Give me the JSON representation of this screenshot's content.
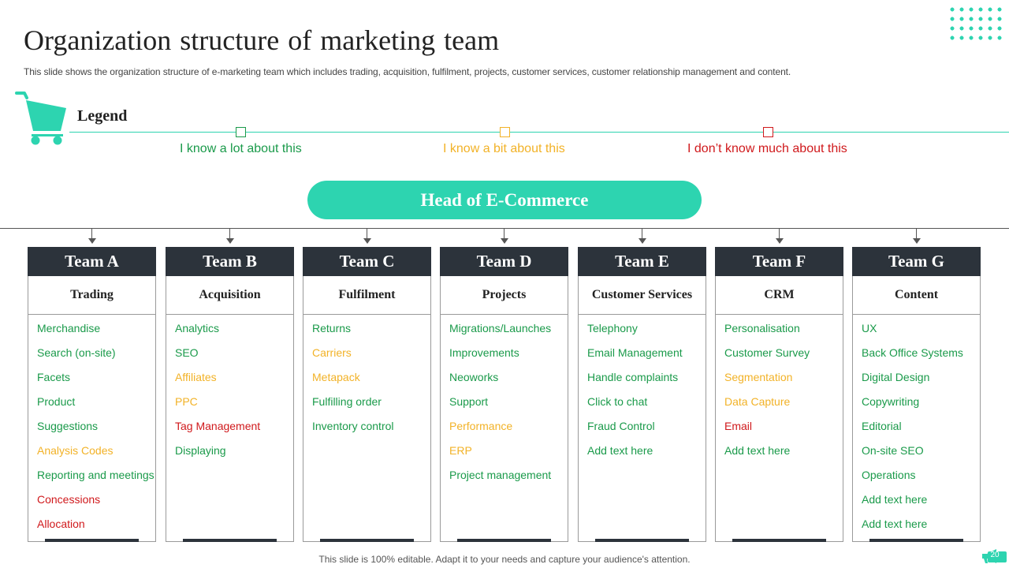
{
  "title": "Organization structure of marketing team",
  "subtitle": "This slide shows the organization structure of e-marketing team which includes trading, acquisition, fulfilment, projects, customer services, customer relationship management and content.",
  "legend": {
    "title": "Legend",
    "items": [
      {
        "label": "I know a lot about this",
        "color": "#1a9a4a"
      },
      {
        "label": "I know a bit about this",
        "color": "#f2b227"
      },
      {
        "label": "I don’t know much about this",
        "color": "#d0191c"
      }
    ]
  },
  "head": "Head of E-Commerce",
  "teams": [
    {
      "name": "Team A",
      "function": "Trading",
      "items": [
        {
          "text": "Merchandise",
          "level": "green"
        },
        {
          "text": "Search (on-site)",
          "level": "green"
        },
        {
          "text": "Facets",
          "level": "green"
        },
        {
          "text": "Product",
          "level": "green"
        },
        {
          "text": "Suggestions",
          "level": "green"
        },
        {
          "text": "Analysis Codes",
          "level": "amber"
        },
        {
          "text": "Reporting and meetings",
          "level": "green"
        },
        {
          "text": "Concessions",
          "level": "red"
        },
        {
          "text": "Allocation",
          "level": "red"
        }
      ]
    },
    {
      "name": "Team B",
      "function": "Acquisition",
      "items": [
        {
          "text": "Analytics",
          "level": "green"
        },
        {
          "text": "SEO",
          "level": "green"
        },
        {
          "text": "Affiliates",
          "level": "amber"
        },
        {
          "text": "PPC",
          "level": "amber"
        },
        {
          "text": "Tag Management",
          "level": "red"
        },
        {
          "text": "Displaying",
          "level": "green"
        }
      ]
    },
    {
      "name": "Team C",
      "function": "Fulfilment",
      "items": [
        {
          "text": "Returns",
          "level": "green"
        },
        {
          "text": "Carriers",
          "level": "amber"
        },
        {
          "text": "Metapack",
          "level": "amber"
        },
        {
          "text": "Fulfilling order",
          "level": "green"
        },
        {
          "text": "Inventory  control",
          "level": "green"
        }
      ]
    },
    {
      "name": "Team D",
      "function": "Projects",
      "items": [
        {
          "text": "Migrations/Launches",
          "level": "green"
        },
        {
          "text": "Improvements",
          "level": "green"
        },
        {
          "text": "Neoworks",
          "level": "green"
        },
        {
          "text": "Support",
          "level": "green"
        },
        {
          "text": "Performance",
          "level": "amber"
        },
        {
          "text": "ERP",
          "level": "amber"
        },
        {
          "text": "Project management",
          "level": "green"
        }
      ]
    },
    {
      "name": "Team E",
      "function": "Customer Services",
      "items": [
        {
          "text": "Telephony",
          "level": "green"
        },
        {
          "text": "Email Management",
          "level": "green"
        },
        {
          "text": "Handle complaints",
          "level": "green"
        },
        {
          "text": "Click to chat",
          "level": "green"
        },
        {
          "text": "Fraud Control",
          "level": "green"
        },
        {
          "text": "Add text here",
          "level": "green"
        }
      ]
    },
    {
      "name": "Team F",
      "function": "CRM",
      "items": [
        {
          "text": "Personalisation",
          "level": "green"
        },
        {
          "text": "Customer Survey",
          "level": "green"
        },
        {
          "text": "Segmentation",
          "level": "amber"
        },
        {
          "text": "Data Capture",
          "level": "amber"
        },
        {
          "text": "Email",
          "level": "red"
        },
        {
          "text": "Add text here",
          "level": "green"
        }
      ]
    },
    {
      "name": "Team G",
      "function": "Content",
      "items": [
        {
          "text": "UX",
          "level": "green"
        },
        {
          "text": "Back Office Systems",
          "level": "green"
        },
        {
          "text": "Digital Design",
          "level": "green"
        },
        {
          "text": "Copywriting",
          "level": "green"
        },
        {
          "text": "Editorial",
          "level": "green"
        },
        {
          "text": "On-site SEO",
          "level": "green"
        },
        {
          "text": "Operations",
          "level": "green"
        },
        {
          "text": "Add text here",
          "level": "green"
        },
        {
          "text": "Add text here",
          "level": "green"
        }
      ]
    }
  ],
  "footer": "This slide is 100% editable. Adapt it to your needs and capture your audience's attention.",
  "page_number": "20",
  "colors": {
    "accent": "#2dd4b0",
    "dark": "#2c333b",
    "green": "#1a9a4a",
    "amber": "#f2b227",
    "red": "#d0191c"
  },
  "icons": {
    "cart": "shopping-cart-icon",
    "dots": "dot-grid-decoration",
    "page": "megaphone-page-icon"
  }
}
